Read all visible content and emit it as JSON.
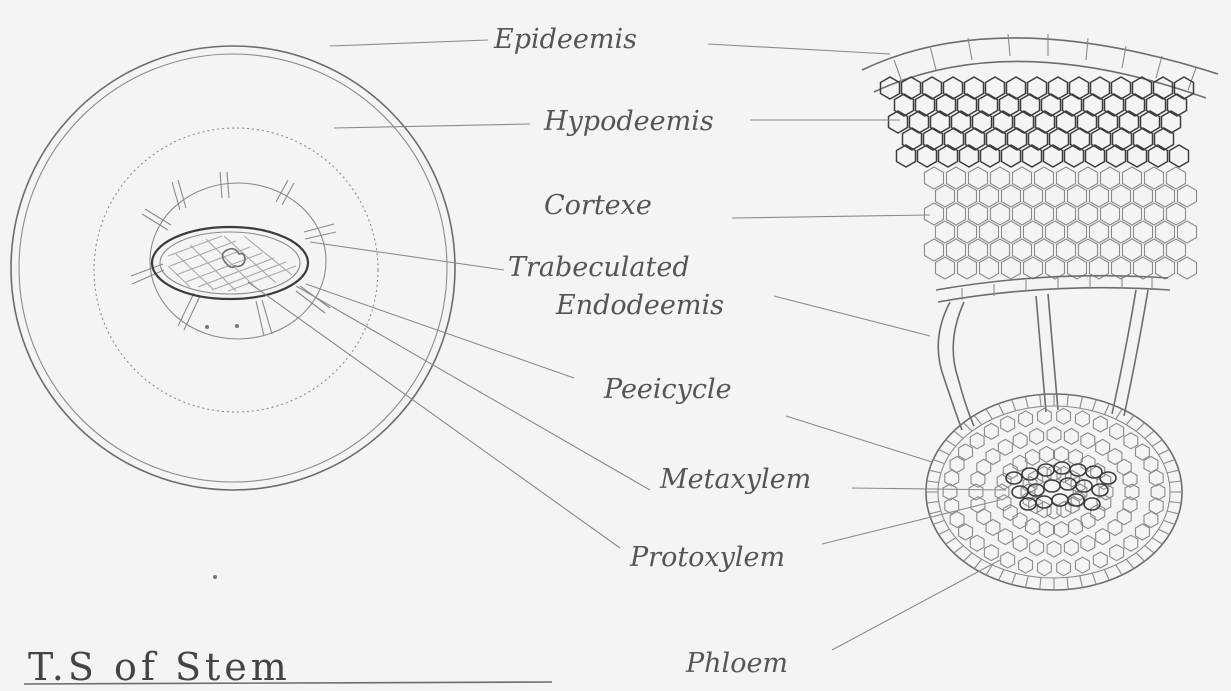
{
  "title": "T.S of Stem",
  "labels": {
    "epidermis": "Epideemis",
    "hypodermis": "Hypodeemis",
    "cortex": "Cortexe",
    "trabeculated": "Trabeculated",
    "endodermis": "Endodeemis",
    "pericycle": "Peeicycle",
    "metaxylem": "Metaxylem",
    "protoxylem": "Protoxylem",
    "phloem": "Phloem"
  }
}
